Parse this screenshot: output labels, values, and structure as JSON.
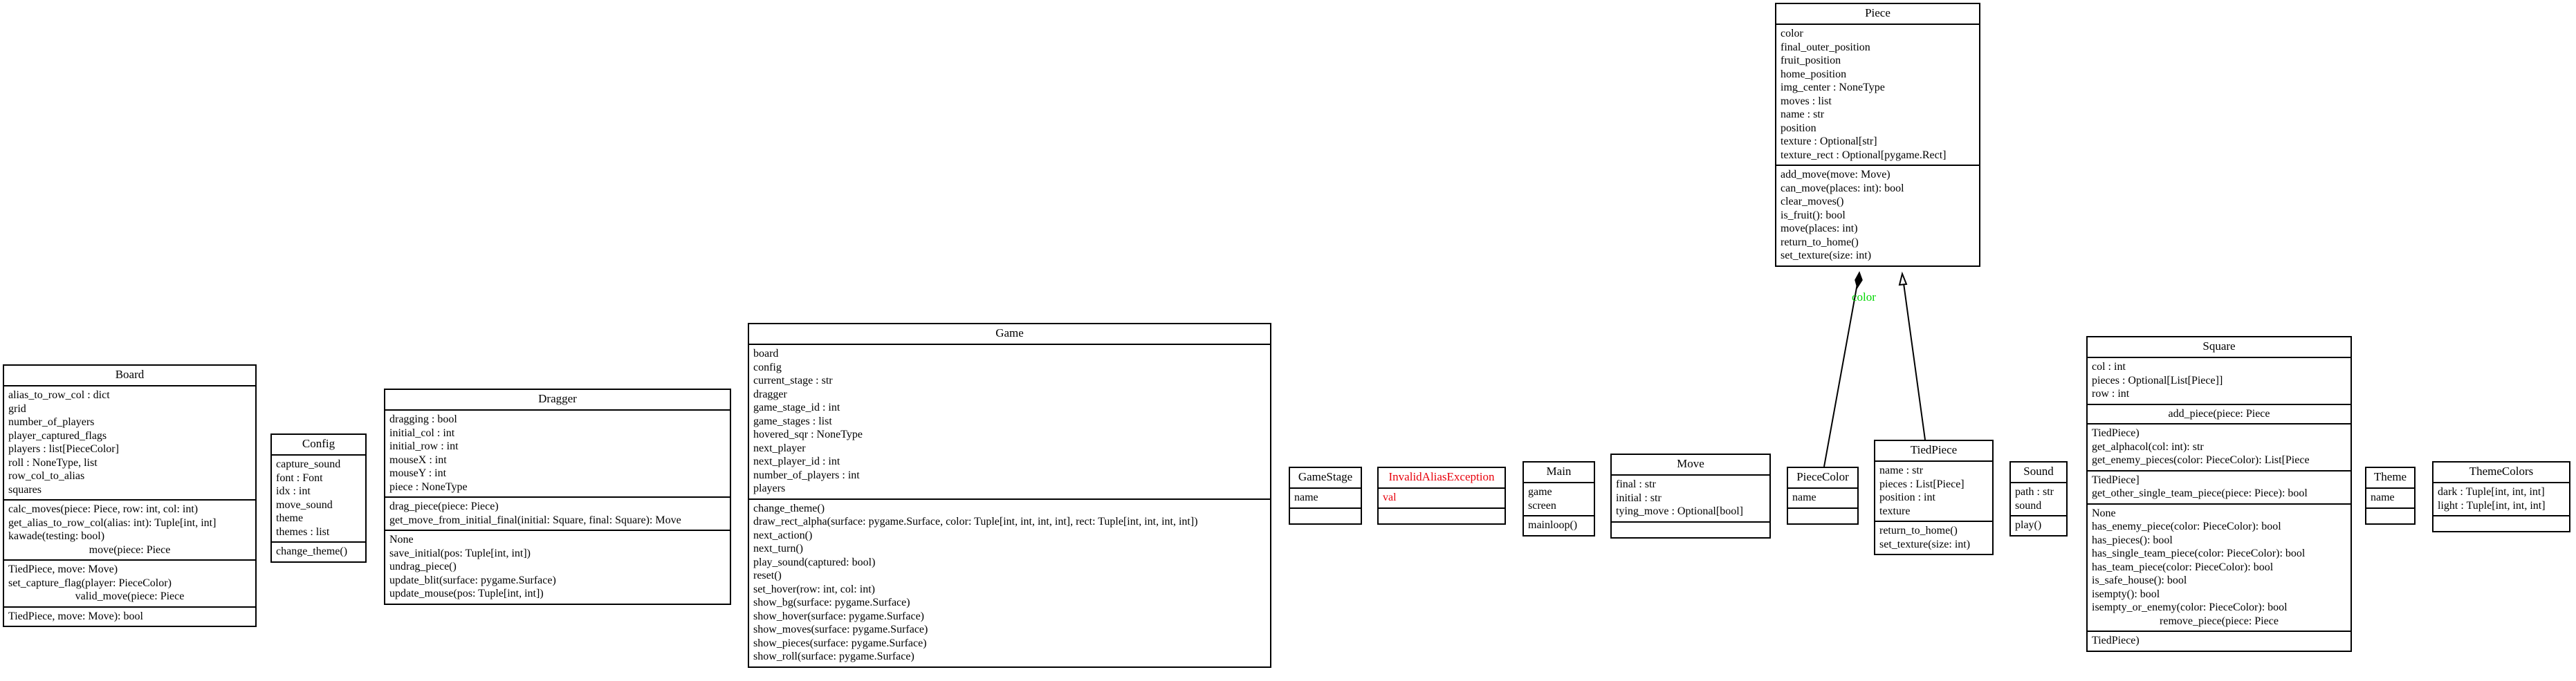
{
  "colors": {
    "exception": "#e8000b",
    "edge_label": "#00d700"
  },
  "classes": {
    "Piece": {
      "name": "Piece",
      "attributes": [
        "color",
        "final_outer_position",
        "fruit_position",
        "home_position",
        "img_center : NoneType",
        "moves : list",
        "name : str",
        "position",
        "texture : Optional[str]",
        "texture_rect : Optional[pygame.Rect]"
      ],
      "methods": [
        "add_move(move: Move)",
        "can_move(places: int): bool",
        "clear_moves()",
        "is_fruit(): bool",
        "move(places: int)",
        "return_to_home()",
        "set_texture(size: int)"
      ]
    },
    "Board": {
      "name": "Board",
      "attributes": [
        "alias_to_row_col : dict",
        "grid",
        "number_of_players",
        "player_captured_flags",
        "players : list[PieceColor]",
        "roll : NoneType, list",
        "row_col_to_alias",
        "squares"
      ],
      "methods1": [
        "calc_moves(piece: Piece, row: int, col: int)",
        "get_alias_to_row_col(alias: int): Tuple[int, int]",
        "kawade(testing: bool)"
      ],
      "methods1_center": "move(piece: Piece",
      "methods2": [
        "TiedPiece, move: Move)",
        "set_capture_flag(player: PieceColor)"
      ],
      "methods2_center": "valid_move(piece: Piece",
      "methods3": [
        "TiedPiece, move: Move): bool"
      ]
    },
    "Config": {
      "name": "Config",
      "attributes": [
        "capture_sound",
        "font : Font",
        "idx : int",
        "move_sound",
        "theme",
        "themes : list"
      ],
      "methods": [
        "change_theme()"
      ]
    },
    "Dragger": {
      "name": "Dragger",
      "attributes": [
        "dragging : bool",
        "initial_col : int",
        "initial_row : int",
        "mouseX : int",
        "mouseY : int",
        "piece : NoneType"
      ],
      "methods1": [
        "drag_piece(piece: Piece)",
        "get_move_from_initial_final(initial: Square, final: Square): Move"
      ],
      "methods2": [
        "None",
        "save_initial(pos: Tuple[int, int])",
        "undrag_piece()",
        "update_blit(surface: pygame.Surface)",
        "update_mouse(pos: Tuple[int, int])"
      ]
    },
    "Game": {
      "name": "Game",
      "attributes": [
        "board",
        "config",
        "current_stage : str",
        "dragger",
        "game_stage_id : int",
        "game_stages : list",
        "hovered_sqr : NoneType",
        "next_player",
        "next_player_id : int",
        "number_of_players : int",
        "players"
      ],
      "methods": [
        "change_theme()",
        "draw_rect_alpha(surface: pygame.Surface, color: Tuple[int, int, int, int], rect: Tuple[int, int, int, int])",
        "next_action()",
        "next_turn()",
        "play_sound(captured: bool)",
        "reset()",
        "set_hover(row: int, col: int)",
        "show_bg(surface: pygame.Surface)",
        "show_hover(surface: pygame.Surface)",
        "show_moves(surface: pygame.Surface)",
        "show_pieces(surface: pygame.Surface)",
        "show_roll(surface: pygame.Surface)"
      ]
    },
    "GameStage": {
      "name": "GameStage",
      "attributes": [
        "name"
      ],
      "methods": []
    },
    "InvalidAliasException": {
      "name": "InvalidAliasException",
      "attributes": [
        "val"
      ],
      "methods": []
    },
    "Main": {
      "name": "Main",
      "attributes": [
        "game",
        "screen"
      ],
      "methods": [
        "mainloop()"
      ]
    },
    "Move": {
      "name": "Move",
      "attributes": [
        "final : str",
        "initial : str",
        "tying_move : Optional[bool]"
      ],
      "methods": []
    },
    "PieceColor": {
      "name": "PieceColor",
      "attributes": [
        "name"
      ],
      "methods": []
    },
    "TiedPiece": {
      "name": "TiedPiece",
      "attributes": [
        "name : str",
        "pieces : List[Piece]",
        "position : int",
        "texture"
      ],
      "methods": [
        "return_to_home()",
        "set_texture(size: int)"
      ]
    },
    "Sound": {
      "name": "Sound",
      "attributes": [
        "path : str",
        "sound"
      ],
      "methods": [
        "play()"
      ]
    },
    "Square": {
      "name": "Square",
      "attributes": [
        "col : int",
        "pieces : Optional[List[Piece]]",
        "row : int"
      ],
      "methods1_center": "add_piece(piece: Piece",
      "methods2": [
        "TiedPiece)",
        "get_alphacol(col: int): str",
        "get_enemy_pieces(color: PieceColor): List[Piece"
      ],
      "methods3": [
        "TiedPiece]",
        "get_other_single_team_piece(piece: Piece): bool"
      ],
      "methods4": [
        "None",
        "has_enemy_piece(color: PieceColor): bool",
        "has_pieces(): bool",
        "has_single_team_piece(color: PieceColor): bool",
        "has_team_piece(color: PieceColor): bool",
        "is_safe_house(): bool",
        "isempty(): bool",
        "isempty_or_enemy(color: PieceColor): bool"
      ],
      "methods4_center": "remove_piece(piece: Piece",
      "methods5": [
        "TiedPiece)"
      ]
    },
    "Theme": {
      "name": "Theme",
      "attributes": [
        "name"
      ],
      "methods": []
    },
    "ThemeColors": {
      "name": "ThemeColors",
      "attributes": [
        "dark : Tuple[int, int, int]",
        "light : Tuple[int, int, int]"
      ],
      "methods": []
    }
  },
  "edges": [
    {
      "label": "color",
      "type": "composition",
      "from": "PieceColor",
      "to": "Piece"
    },
    {
      "label": "",
      "type": "inheritance",
      "from": "TiedPiece",
      "to": "Piece"
    }
  ]
}
